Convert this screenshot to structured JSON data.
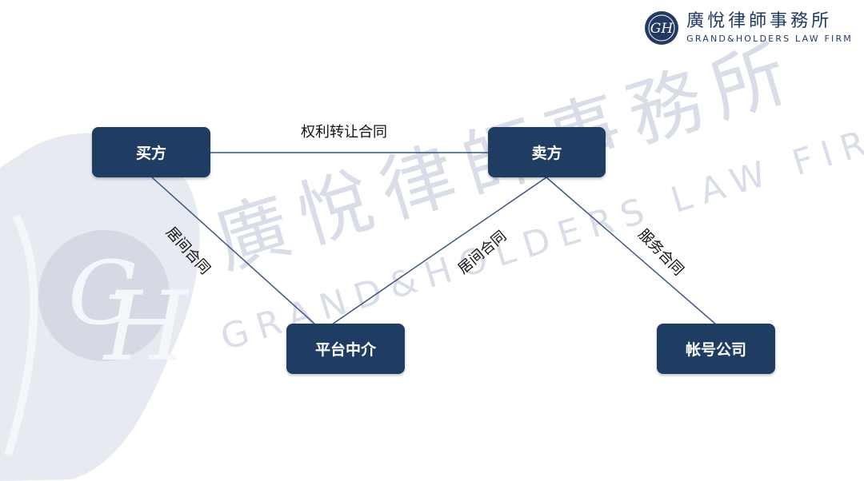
{
  "logo": {
    "name_cn": "廣悅律師事務所",
    "name_en": "GRAND&HOLDERS LAW FIRM",
    "monogram": "GH"
  },
  "watermark": {
    "name_cn": "廣悅律師事務所",
    "name_en": "GRAND&HOLDERS LAW FIRM",
    "monogram": "GH"
  },
  "diagram": {
    "nodes": {
      "buyer": "买方",
      "seller": "卖方",
      "platform": "平台中介",
      "account_company": "帐号公司"
    },
    "edges": {
      "buyer_seller": "权利转让合同",
      "buyer_platform": "居间合同",
      "seller_platform": "居间合同",
      "seller_account": "服务合同"
    }
  },
  "colors": {
    "node_fill": "#1f3d63",
    "line": "#3a557e",
    "watermark": "#d9dde7"
  }
}
